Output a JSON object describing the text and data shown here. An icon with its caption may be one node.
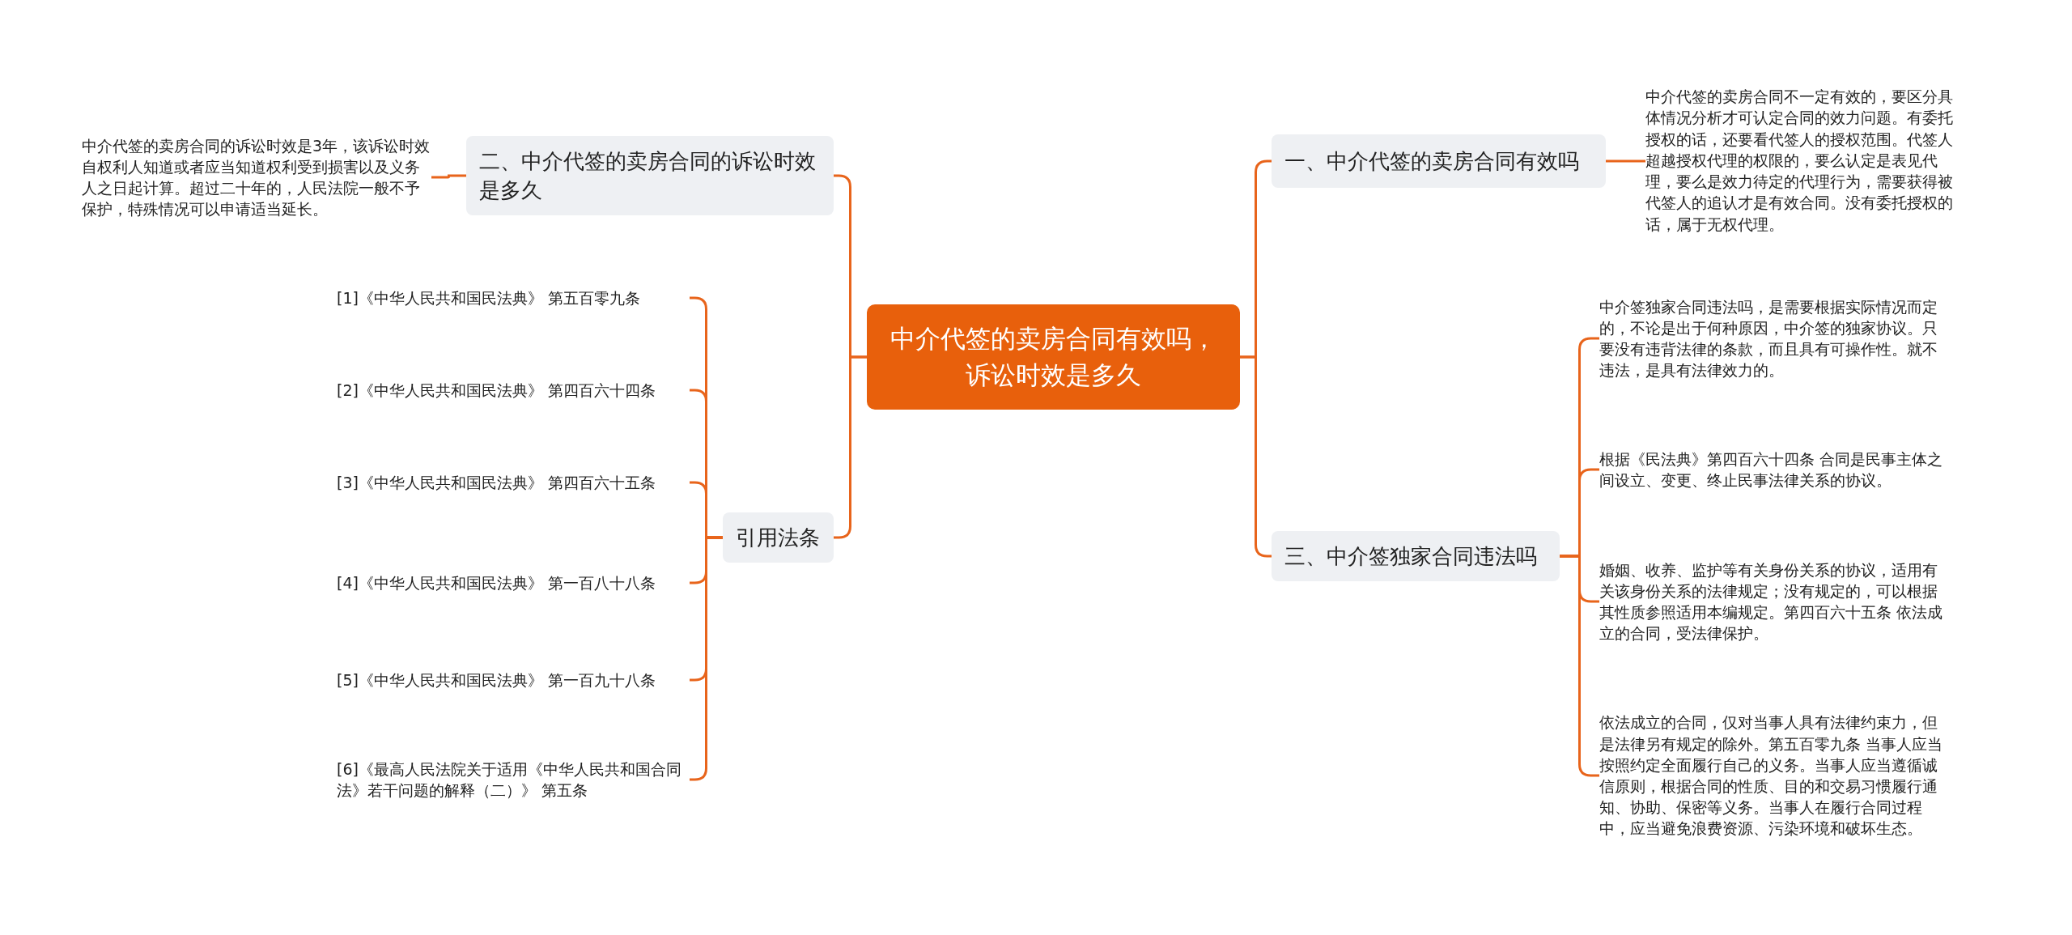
{
  "diagram": {
    "nodes": [
      {
        "text": [
          "中介代签的卖房合同有效吗，诉讼时效是多久"
        ]
      },
      {
        "text": [
          "一、中介代签的卖房合同有效吗"
        ]
      },
      {
        "text": [
          "中介代签的卖房合同不一定有效的，要区分具体情况分析才可认定合同的效力问题。有委托授权的话，还要看代签人的授权范围。代签人超越授权代理的权限的，要么认定是表见代理，要么是效力待定的代理行为，需要获得被代签人的追认才是有效合同。没有委托授权的话，属于无权代理。"
        ]
      },
      {
        "text": [
          "二、中介代签的卖房合同的诉讼时效是多久"
        ]
      },
      {
        "text": [
          "中介代签的卖房合同的诉讼时效是3年，该诉讼时效自权利人知道或者应当知道权利受到损害以及义务人之日起计算。超过二十年的，人民法院一般不予保护，特殊情况可以申请适当延长。"
        ]
      },
      {
        "text": [
          "三、中介签独家合同违法吗"
        ]
      },
      {
        "text": [
          "中介签独家合同违法吗，是需要根据实际情况而定的，不论是出于何种原因，中介签的独家协议。只要没有违背法律的条款，而且具有可操作性。就不违法，是具有法律效力的。"
        ]
      },
      {
        "text": [
          "根据《民法典》第四百六十四条 合同是民事主体之间设立、变更、终止民事法律关系的协议。"
        ]
      },
      {
        "text": [
          "婚姻、收养、监护等有关身份关系的协议，适用有关该身份关系的法律规定；没有规定的，可以根据其性质参照适用本编规定。第四百六十五条 依法成立的合同，受法律保护。"
        ]
      },
      {
        "text": [
          "依法成立的合同，仅对当事人具有法律约束力，但是法律另有规定的除外。第五百零九条 当事人应当按照约定全面履行自己的义务。当事人应当遵循诚信原则，根据合同的性质、目的和交易习惯履行通知、协助、保密等义务。当事人在履行合同过程中，应当避免浪费资源、污染环境和破坏生态。"
        ]
      },
      {
        "text": [
          "引用法条"
        ]
      },
      {
        "text": [
          "[1]《中华人民共和国民法典》 第五百零九条"
        ]
      },
      {
        "text": [
          "[2]《中华人民共和国民法典》 第四百六十四条"
        ]
      },
      {
        "text": [
          "[3]《中华人民共和国民法典》 第四百六十五条"
        ]
      },
      {
        "text": [
          "[4]《中华人民共和国民法典》 第一百八十八条"
        ]
      },
      {
        "text": [
          "[5]《中华人民共和国民法典》 第一百九十八条"
        ]
      },
      {
        "text": [
          "[6]《最高人民法院关于适用《中华人民共和国合同法》若干问题的解释（二）》 第五条"
        ]
      }
    ],
    "edges": [
      {
        "from": 0,
        "to": 1,
        "arrow": "none"
      },
      {
        "from": 1,
        "to": 2,
        "arrow": "none"
      },
      {
        "from": 0,
        "to": 3,
        "arrow": "none"
      },
      {
        "from": 3,
        "to": 4,
        "arrow": "none"
      },
      {
        "from": 0,
        "to": 5,
        "arrow": "none"
      },
      {
        "from": 5,
        "to": 6,
        "arrow": "none"
      },
      {
        "from": 5,
        "to": 7,
        "arrow": "none"
      },
      {
        "from": 5,
        "to": 8,
        "arrow": "none"
      },
      {
        "from": 5,
        "to": 9,
        "arrow": "none"
      },
      {
        "from": 0,
        "to": 10,
        "arrow": "none"
      },
      {
        "from": 10,
        "to": 11,
        "arrow": "none"
      },
      {
        "from": 10,
        "to": 12,
        "arrow": "none"
      },
      {
        "from": 10,
        "to": 13,
        "arrow": "none"
      },
      {
        "from": 10,
        "to": 14,
        "arrow": "none"
      },
      {
        "from": 10,
        "to": 15,
        "arrow": "none"
      },
      {
        "from": 10,
        "to": 16,
        "arrow": "none"
      }
    ]
  }
}
